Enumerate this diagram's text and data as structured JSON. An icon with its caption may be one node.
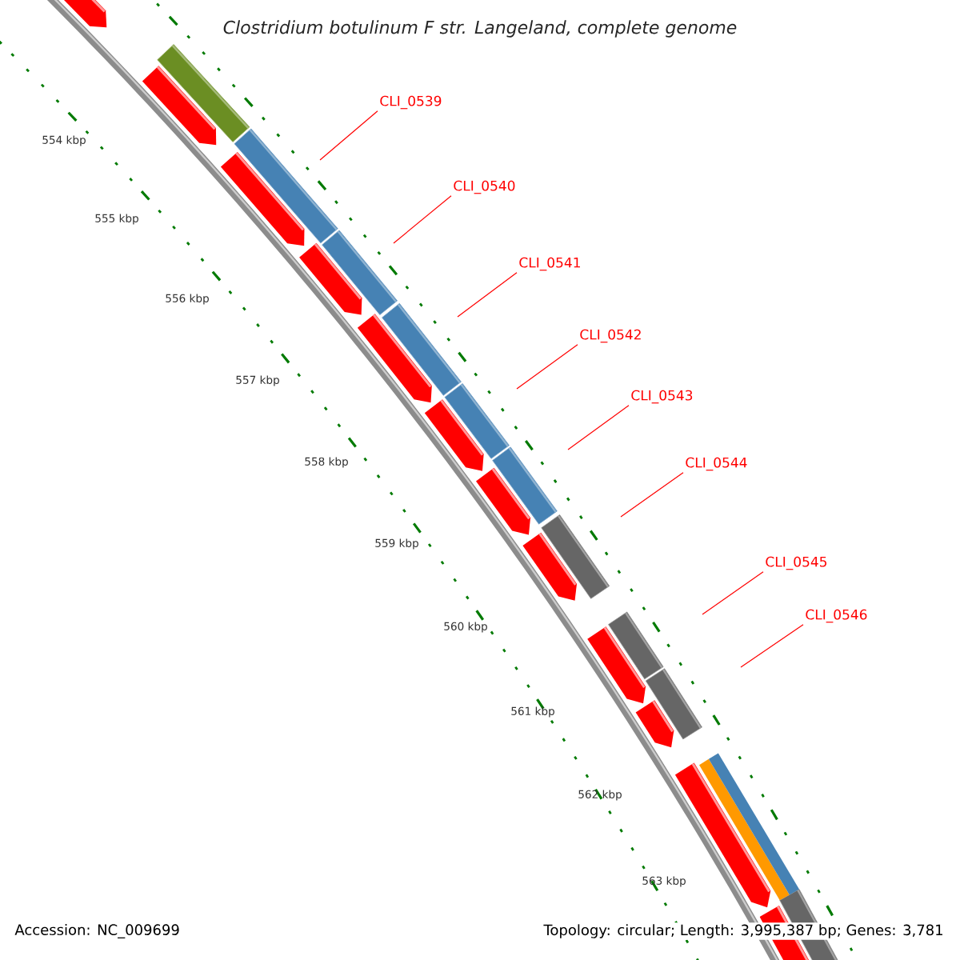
{
  "diagram": {
    "title": "Clostridium botulinum F str. Langeland, complete genome",
    "nodes": [
      {
        "text": [
          "CLI_0539"
        ]
      },
      {
        "text": [
          "CLI_0540"
        ]
      },
      {
        "text": [
          "CLI_0541"
        ]
      },
      {
        "text": [
          "CLI_0542"
        ]
      },
      {
        "text": [
          "CLI_0543"
        ]
      },
      {
        "text": [
          "CLI_0544"
        ]
      },
      {
        "text": [
          "CLI_0545"
        ]
      },
      {
        "text": [
          "CLI_0546"
        ]
      }
    ],
    "edges": [
      {
        "from": 0,
        "to": null,
        "arrow": "none"
      },
      {
        "from": 1,
        "to": null,
        "arrow": "none"
      },
      {
        "from": 2,
        "to": null,
        "arrow": "none"
      },
      {
        "from": 3,
        "to": null,
        "arrow": "none"
      },
      {
        "from": 4,
        "to": null,
        "arrow": "none"
      },
      {
        "from": 5,
        "to": null,
        "arrow": "none"
      },
      {
        "from": 6,
        "to": null,
        "arrow": "none"
      },
      {
        "from": 7,
        "to": null,
        "arrow": "none"
      }
    ],
    "labels": [
      "554 kbp",
      "555 kbp",
      "556 kbp",
      "557 kbp",
      "558 kbp",
      "559 kbp",
      "560 kbp",
      "561 kbp",
      "562 kbp",
      "563 kbp",
      "Accession: NC_009699",
      "Topology: circular; Length: 3,995,387 bp; Genes: 3,781"
    ]
  }
}
